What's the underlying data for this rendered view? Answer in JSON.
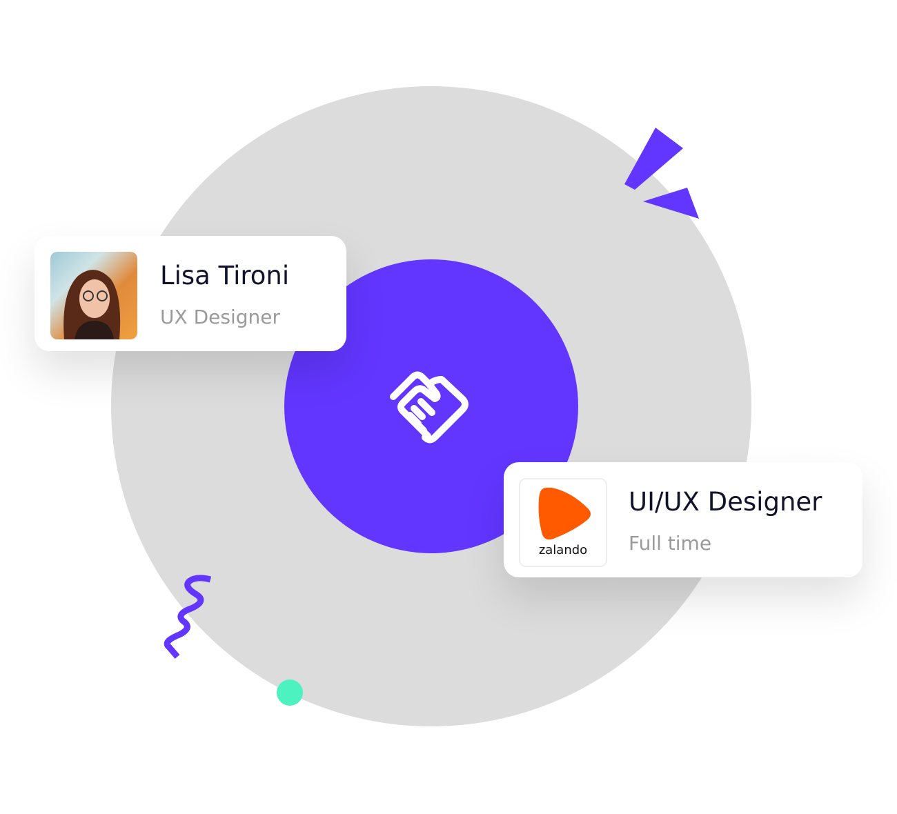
{
  "person_card": {
    "name": "Lisa Tironi",
    "role": "UX Designer"
  },
  "job_card": {
    "title": "UI/UX Designer",
    "type": "Full time",
    "company_logo_text": "zalando"
  },
  "colors": {
    "accent": "#6236ff",
    "background_circle": "#dcdcdc",
    "mint": "#4cf2c0",
    "zalando_orange": "#ff5a00"
  },
  "icons": {
    "center": "handshake-icon"
  }
}
